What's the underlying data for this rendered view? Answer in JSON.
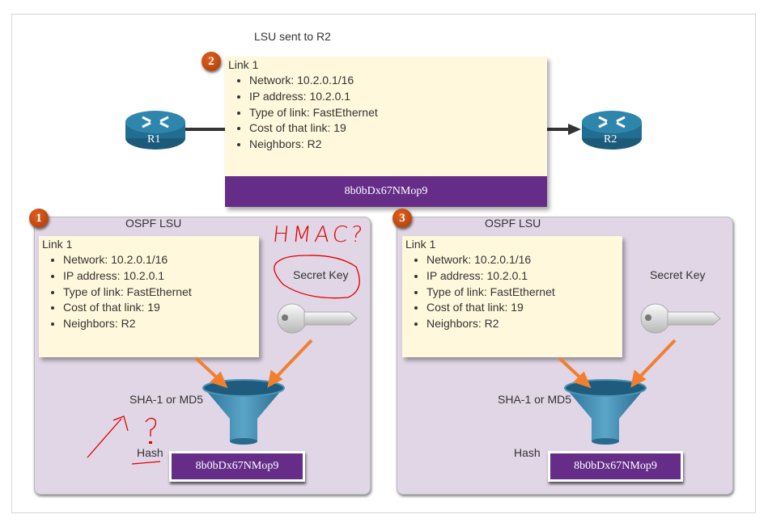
{
  "top": {
    "caption": "LSU sent to R2",
    "step": "2",
    "note": {
      "title": "Link 1",
      "items": [
        "Network: 10.2.0.1/16",
        "IP address: 10.2.0.1",
        "Type of link: FastEthernet",
        "Cost of that link: 19",
        "Neighbors: R2"
      ]
    },
    "hash": "8b0bDx67NMop9",
    "routers": [
      "R1",
      "R2"
    ]
  },
  "left_panel": {
    "step": "1",
    "title": "OSPF LSU",
    "note": {
      "title": "Link 1",
      "items": [
        "Network: 10.2.0.1/16",
        "IP address: 10.2.0.1",
        "Type of link: FastEthernet",
        "Cost of that link: 19",
        "Neighbors: R2"
      ]
    },
    "secret_key_label": "Secret Key",
    "algorithm_label": "SHA-1 or MD5",
    "hash_label": "Hash",
    "hash": "8b0bDx67NMop9",
    "annotation": "HMAC?"
  },
  "right_panel": {
    "step": "3",
    "title": "OSPF LSU",
    "note": {
      "title": "Link 1",
      "items": [
        "Network: 10.2.0.1/16",
        "IP address: 10.2.0.1",
        "Type of link: FastEthernet",
        "Cost of that link: 19",
        "Neighbors: R2"
      ]
    },
    "secret_key_label": "Secret Key",
    "algorithm_label": "SHA-1 or MD5",
    "hash_label": "Hash",
    "hash": "8b0bDx67NMop9"
  },
  "colors": {
    "purple": "#652d88",
    "panel": "#e0d6e6",
    "note": "#fff8dc",
    "badge": "#c44a10",
    "arrow": "#f08030",
    "annotation": "#e00000"
  }
}
